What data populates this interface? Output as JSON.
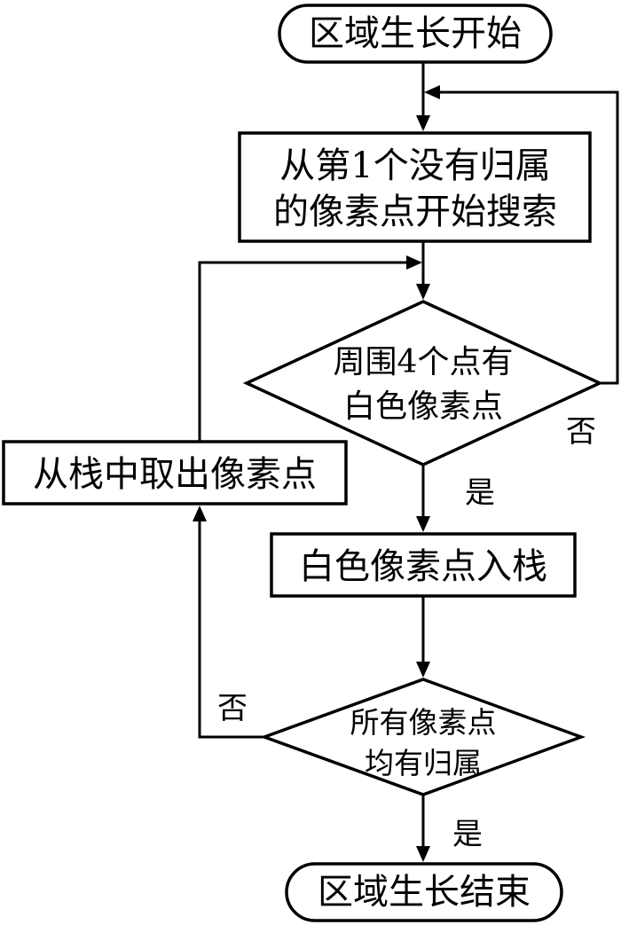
{
  "nodes": {
    "start": "区域生长开始",
    "search_line1": "从第1个没有归属",
    "search_line2": "的像素点开始搜索",
    "check4_line1": "周围4个点有",
    "check4_line2": "白色像素点",
    "push": "白色像素点入栈",
    "pop": "从栈中取出像素点",
    "all_line1": "所有像素点",
    "all_line2": "均有归属",
    "end": "区域生长结束"
  },
  "edge_labels": {
    "check4_no": "否",
    "check4_yes": "是",
    "all_no": "否",
    "all_yes": "是"
  }
}
